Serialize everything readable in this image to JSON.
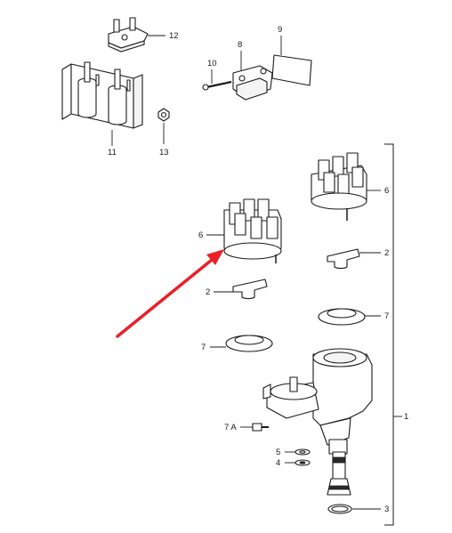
{
  "diagram": {
    "callouts": {
      "p12": "12",
      "p8": "8",
      "p9": "9",
      "p10": "10",
      "p11": "11",
      "p13": "13",
      "p6_right": "6",
      "p6_left": "6",
      "p2_right": "2",
      "p2_left": "2",
      "p7_right": "7",
      "p7_left": "7",
      "p1": "1",
      "p7a": "7 A",
      "p5": "5",
      "p4": "4",
      "p3": "3"
    },
    "highlight_arrow_color": "#e8202a"
  }
}
